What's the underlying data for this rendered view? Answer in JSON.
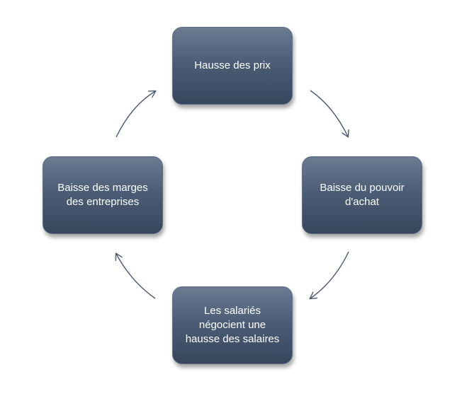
{
  "diagram": {
    "type": "cycle",
    "nodes": [
      {
        "id": "top",
        "label": "Hausse des prix"
      },
      {
        "id": "right",
        "label": "Baisse du pouvoir\nd'achat"
      },
      {
        "id": "bottom",
        "label": "Les salariés\nnégocient une\nhausse des salaires"
      },
      {
        "id": "left",
        "label": "Baisse des marges\ndes entreprises"
      }
    ],
    "edges": [
      {
        "from": "top",
        "to": "right"
      },
      {
        "from": "right",
        "to": "bottom"
      },
      {
        "from": "bottom",
        "to": "left"
      },
      {
        "from": "left",
        "to": "top"
      }
    ],
    "colors": {
      "box_top": "#6a7b92",
      "box_bottom": "#36465d",
      "arrow": "#4a5a75",
      "text": "#ffffff"
    }
  }
}
